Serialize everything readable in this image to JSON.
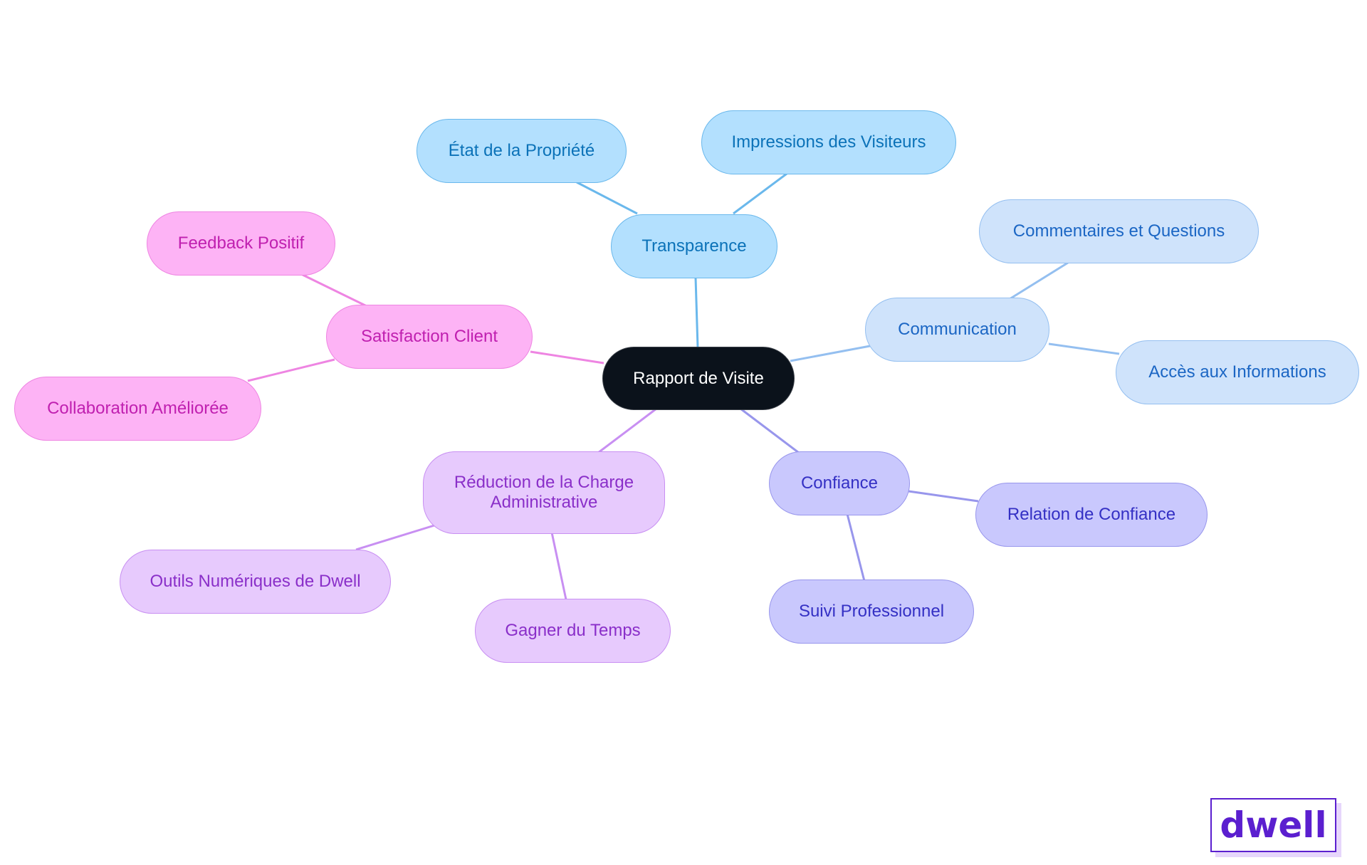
{
  "mindmap": {
    "root": "Rapport de Visite",
    "branches": [
      {
        "label": "Transparence",
        "color": "#6ab8ec",
        "children": [
          "État de la Propriété",
          "Impressions des Visiteurs"
        ]
      },
      {
        "label": "Communication",
        "color": "#94bff0",
        "children": [
          "Commentaires et Questions",
          "Accès aux Informations"
        ]
      },
      {
        "label": "Confiance",
        "color": "#9896ec",
        "children": [
          "Relation de Confiance",
          "Suivi Professionnel"
        ]
      },
      {
        "label": "Réduction de la Charge Administrative",
        "color": "#c88ff2",
        "children": [
          "Outils Numériques de Dwell",
          "Gagner du Temps"
        ]
      },
      {
        "label": "Satisfaction Client",
        "color": "#ee85e2",
        "children": [
          "Feedback Positif",
          "Collaboration Améliorée"
        ]
      }
    ]
  },
  "logo": {
    "text": "dwell",
    "color": "#5b1fcf"
  }
}
